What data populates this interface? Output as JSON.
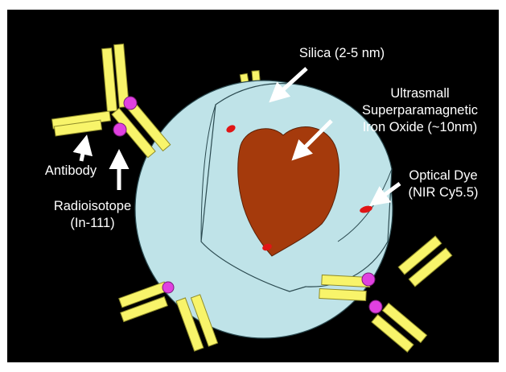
{
  "labels": {
    "silica": "Silica (2-5 nm)",
    "uspio_line1": "Ultrasmall",
    "uspio_line2": "Superparamagnetic",
    "uspio_line3": "Iron Oxide (~10nm)",
    "dye_line1": "Optical Dye",
    "dye_line2": "(NIR Cy5.5)",
    "antibody": "Antibody",
    "radioisotope_line1": "Radioisotope",
    "radioisotope_line2": "(In-111)"
  },
  "colors": {
    "background": "#000000",
    "page": "#ffffff",
    "sphere": "#bfe3e8",
    "sphere_outline": "#2b4a50",
    "core": "#a53a0c",
    "core_outline": "#5a2006",
    "dye": "#e01515",
    "antibody": "#f8f46a",
    "antibody_outline": "#8f8c2a",
    "radioisotope": "#e040e0",
    "arrow": "#ffffff",
    "text": "#ffffff"
  }
}
